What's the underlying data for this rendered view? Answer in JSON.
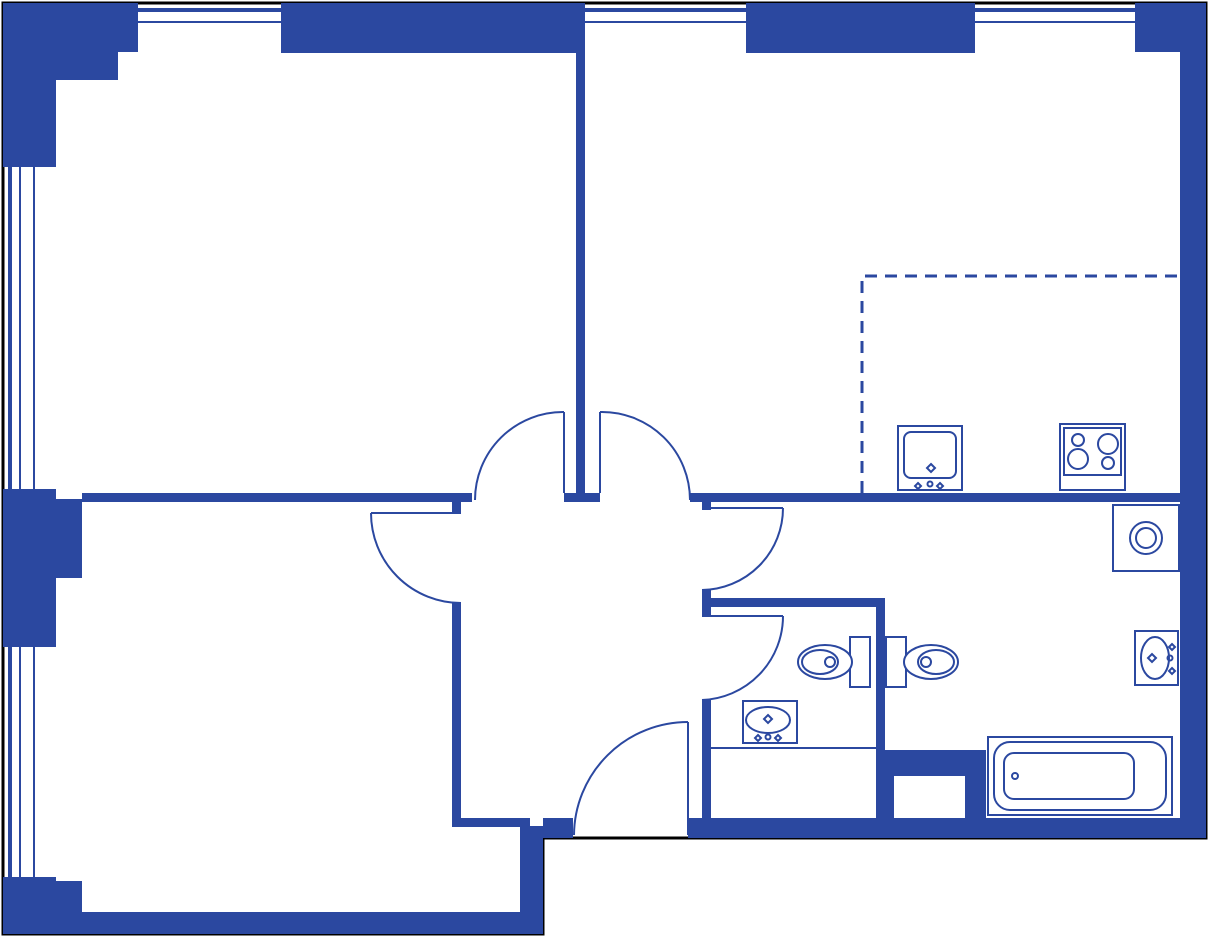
{
  "floor_plan": {
    "colors": {
      "wall": "#2b48a0",
      "outline": "#000000",
      "background": "#ffffff"
    },
    "rooms": [
      "bedroom",
      "living-kitchen",
      "second-bedroom",
      "hallway",
      "bathroom",
      "toilet",
      "laundry"
    ],
    "fixtures": [
      "kitchen-sink",
      "cooktop",
      "washing-machine",
      "toilet",
      "toilet",
      "washbasin",
      "washbasin",
      "bathtub"
    ],
    "doors": 7,
    "windows": 4
  }
}
